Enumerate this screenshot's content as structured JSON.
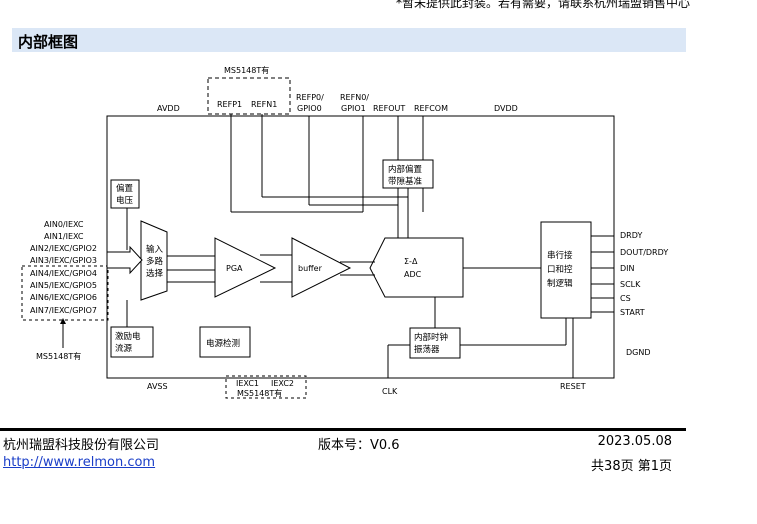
{
  "top_note": "*暂未提供此封装。若有需要，请联系杭州瑞盟销售中心",
  "section_title": "内部框图",
  "diagram": {
    "ms5148_top": "MS5148T有",
    "refp1": "REFP1",
    "refn1": "REFN1",
    "refp0": "REFP0/",
    "gpio0": "GPIO0",
    "refn0": "REFN0/",
    "gpio1": "GPIO1",
    "refout": "REFOUT",
    "refcom": "REFCOM",
    "avdd": "AVDD",
    "dvdd": "DVDD",
    "bias_voltage": [
      "偏置",
      "电压"
    ],
    "internal_ref": [
      "内部偏置",
      "带隙基准"
    ],
    "ain_labels": [
      "AIN0/IEXC",
      "AIN1/IEXC",
      "AIN2/IEXC/GPIO2",
      "AIN3/IEXC/GPIO3",
      "AIN4/IEXC/GPIO4",
      "AIN5/IEXC/GPIO5",
      "AIN6/IEXC/GPIO6",
      "AIN7/IEXC/GPIO7"
    ],
    "ms5148_left": "MS5148T有",
    "mux": [
      "输入",
      "多路",
      "选择"
    ],
    "pga": "PGA",
    "buffer": "buffer",
    "adc": [
      "Σ-Δ",
      "ADC"
    ],
    "serial": [
      "串行接",
      "口和控",
      "制逻辑"
    ],
    "pins_right": [
      "DRDY",
      "DOUT/DRDY",
      "DIN",
      "SCLK",
      "CS",
      "START"
    ],
    "dgnd": "DGND",
    "excitation": [
      "激励电",
      "流源"
    ],
    "power_monitor": "电源检测",
    "osc": [
      "内部时钟",
      "振荡器"
    ],
    "avss": "AVSS",
    "iexc1": "IEXC1",
    "iexc2": "IEXC2",
    "ms5148_bottom": "MS5148T有",
    "clk": "CLK",
    "reset": "RESET"
  },
  "footer": {
    "company": "杭州瑞盟科技股份有限公司",
    "url": "http://www.relmon.com",
    "version": "版本号：V0.6",
    "date": "2023.05.08",
    "pages": "共38页 第1页"
  }
}
